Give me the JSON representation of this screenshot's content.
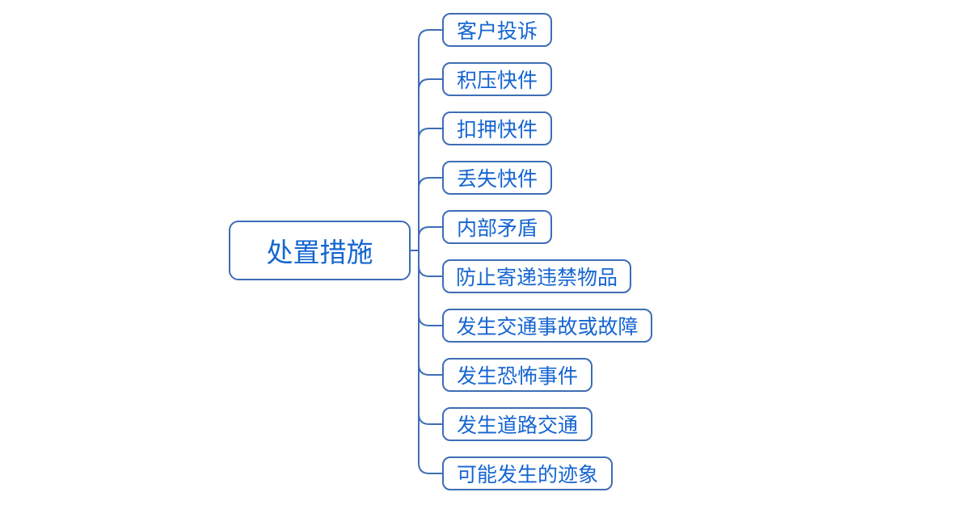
{
  "diagram": {
    "type": "mindmap",
    "root": {
      "label": "处置措施"
    },
    "children": [
      {
        "label": "客户投诉"
      },
      {
        "label": "积压快件"
      },
      {
        "label": "扣押快件"
      },
      {
        "label": "丢失快件"
      },
      {
        "label": "内部矛盾"
      },
      {
        "label": "防止寄递违禁物品"
      },
      {
        "label": "发生交通事故或故障"
      },
      {
        "label": "发生恐怖事件"
      },
      {
        "label": "发生道路交通"
      },
      {
        "label": "可能发生的迹象"
      }
    ],
    "colors": {
      "background": "#ffffff",
      "node_border": "#3e6db5",
      "node_text": "#1565d2",
      "connector": "#3e6db5"
    }
  }
}
